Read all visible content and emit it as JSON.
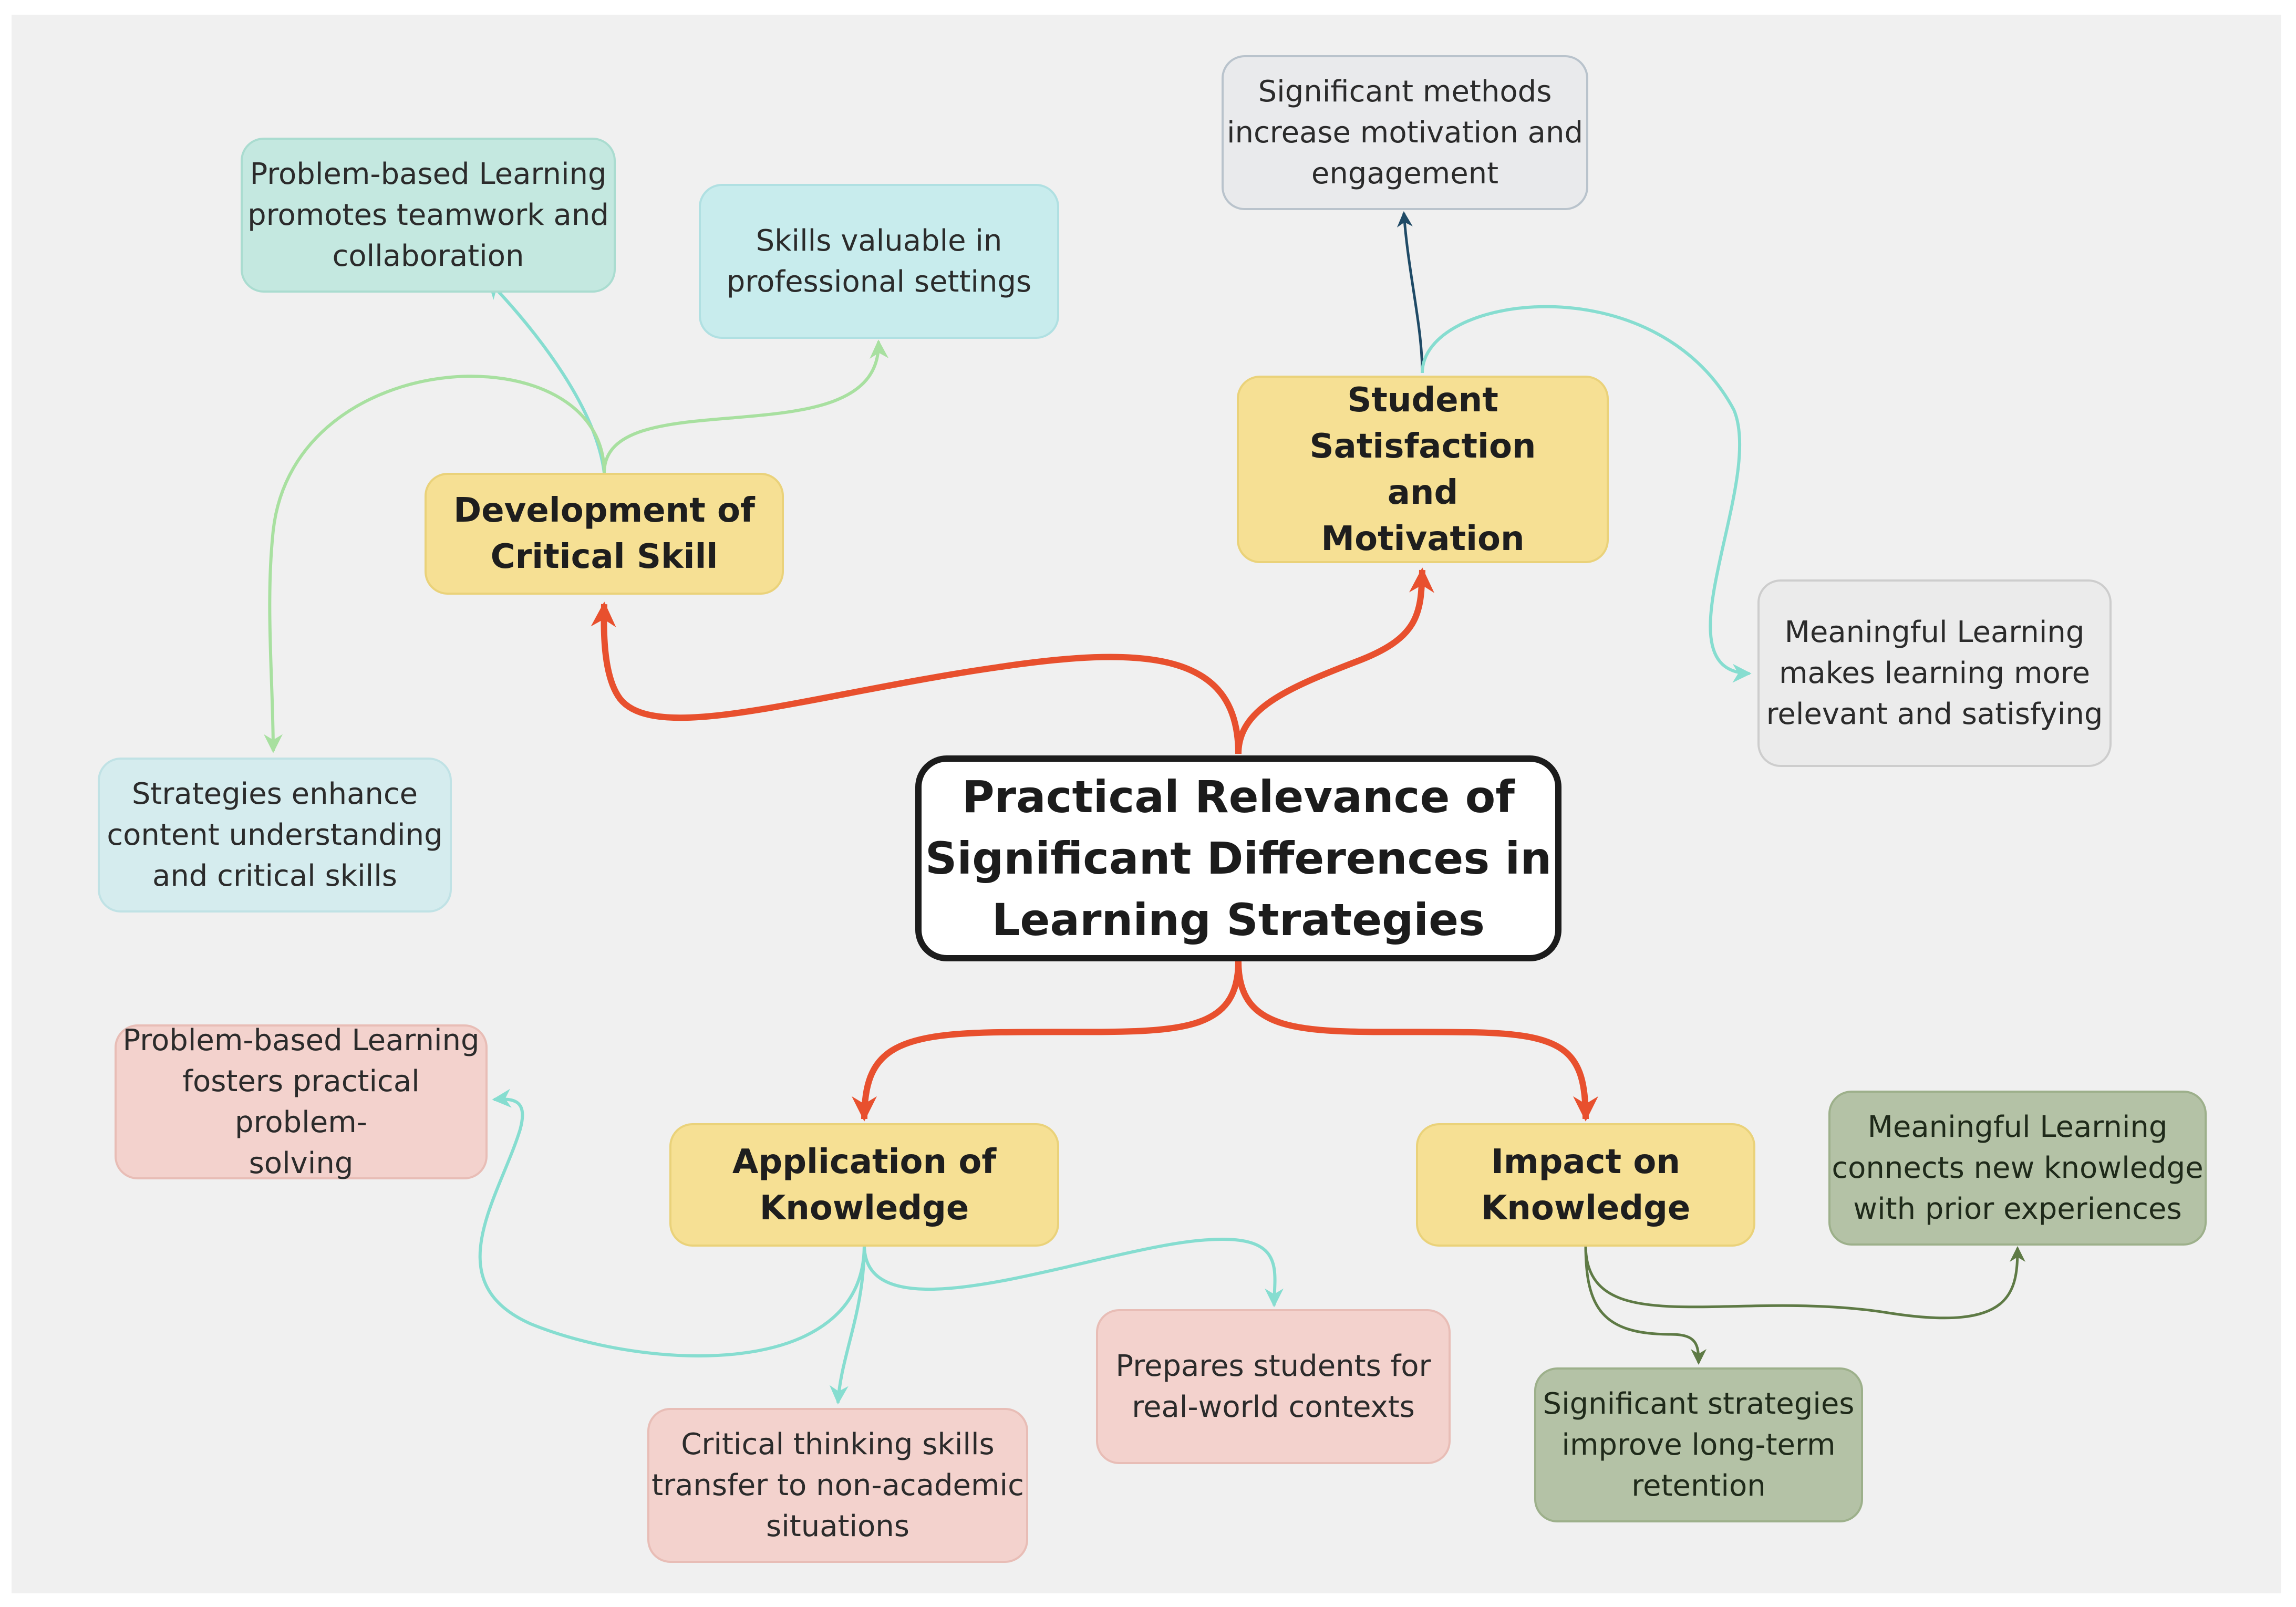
{
  "center": {
    "label": "Practical Relevance of\nSignificant Differences in\nLearning Strategies"
  },
  "topics": {
    "critical_skill": {
      "label": "Development of\nCritical Skill",
      "children": [
        "Problem-based Learning\npromotes teamwork and\ncollaboration",
        "Skills valuable in\nprofessional settings",
        "Strategies enhance\ncontent understanding\nand critical skills"
      ]
    },
    "satisfaction": {
      "label": "Student Satisfaction\nand\nMotivation",
      "children": [
        "Significant methods\nincrease motivation and\nengagement",
        "Meaningful Learning\nmakes learning more\nrelevant and satisfying"
      ]
    },
    "application": {
      "label": "Application of\nKnowledge",
      "children": [
        "Problem-based Learning\nfosters practical problem-\nsolving",
        "Critical thinking skills\ntransfer to non-academic\nsituations",
        "Prepares students for\nreal-world contexts"
      ]
    },
    "impact": {
      "label": "Impact on\nKnowledge",
      "children": [
        "Meaningful Learning\nconnects new knowledge\nwith prior experiences",
        "Significant strategies\nimprove long-term\nretention"
      ]
    }
  },
  "colors": {
    "main_link": "#e8502e",
    "teal_link": "#86ddd0",
    "green_link": "#a8e0a0",
    "navy_link": "#1f4a66",
    "olive_link": "#5e7a45",
    "center_border": "#1c1c1c",
    "main_fill": "#f6e094"
  }
}
